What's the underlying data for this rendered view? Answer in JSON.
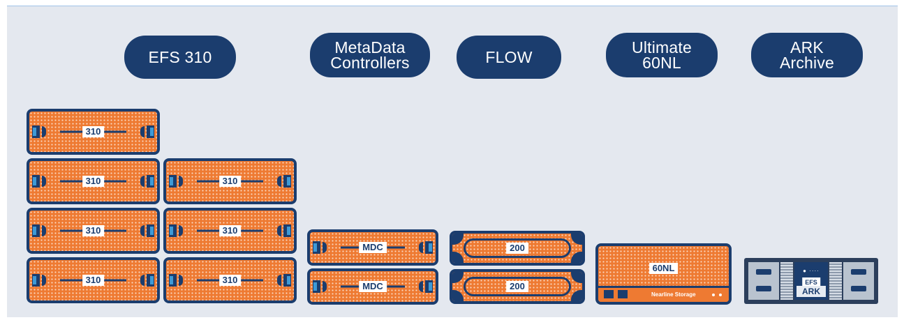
{
  "colors": {
    "navy": "#1b3d6e",
    "orange": "#ee7a32",
    "background": "#e4e8ef",
    "blue_accent": "#3e9ad6"
  },
  "headers": {
    "efs": {
      "line1": "EFS 310"
    },
    "mdc": {
      "line1": "MetaData",
      "line2": "Controllers"
    },
    "flow": {
      "line1": "FLOW"
    },
    "ultimate": {
      "line1": "Ultimate",
      "line2": "60NL"
    },
    "ark": {
      "line1": "ARK",
      "line2": "Archive"
    }
  },
  "units": {
    "efs310": "310",
    "mdc": "MDC",
    "flow": "200",
    "nl": "60NL",
    "nl_strip": "Nearline Storage",
    "ark_logo": "EFS",
    "ark_tag": "ARK",
    "ark_leds": "● ····"
  }
}
